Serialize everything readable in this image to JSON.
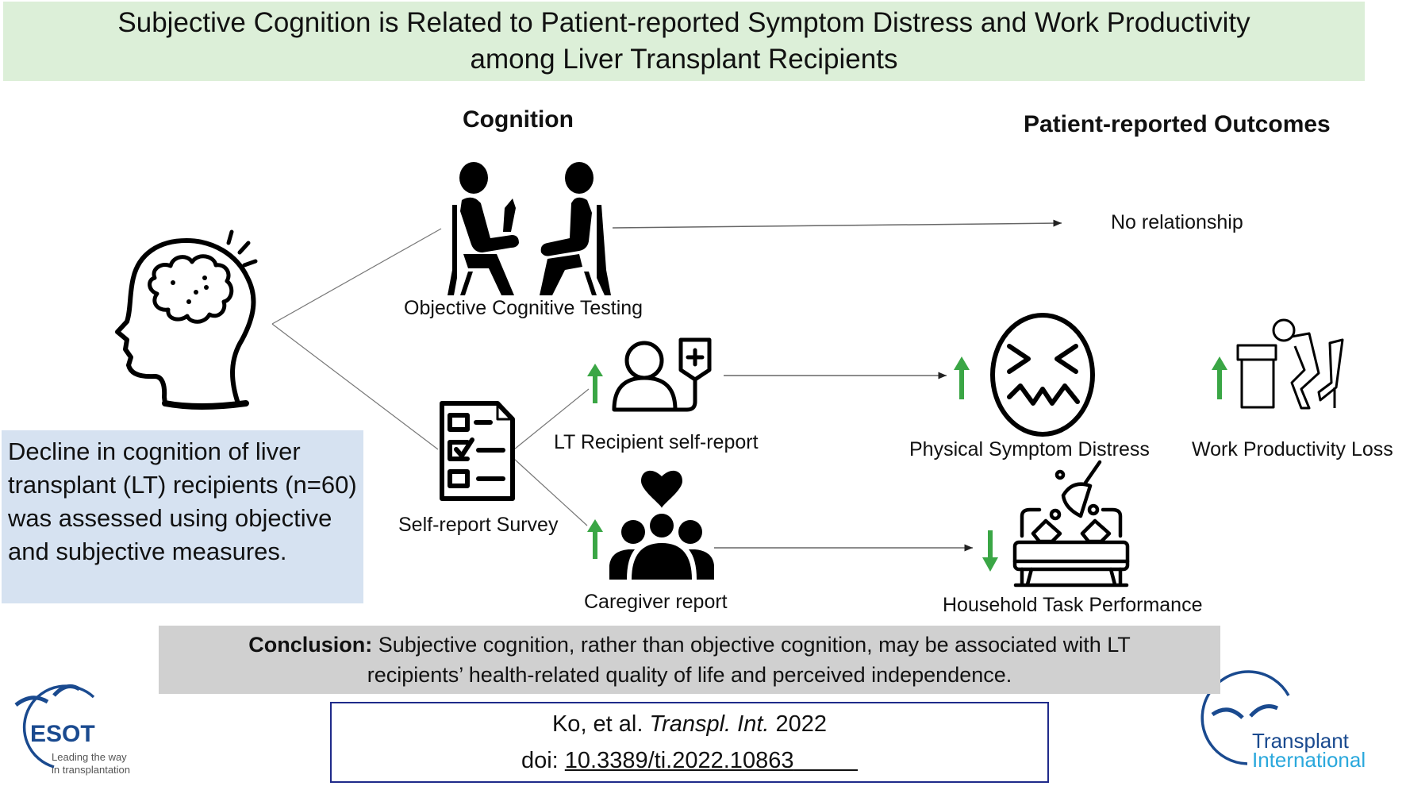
{
  "title": {
    "line1": "Subjective Cognition is Related to Patient-reported Symptom Distress and Work Productivity",
    "line2": "among Liver Transplant Recipients"
  },
  "headings": {
    "cognition": "Cognition",
    "outcomes": "Patient-reported Outcomes"
  },
  "intro": {
    "text": "Decline in cognition of liver transplant (LT) recipients (n=60) was assessed using objective and subjective measures."
  },
  "cognition_measures": {
    "objective": {
      "label": "Objective Cognitive Testing",
      "icon": "interview-icon"
    },
    "survey": {
      "label": "Self-report Survey",
      "icon": "checklist-icon"
    },
    "recipient": {
      "label": "LT Recipient self-report",
      "icon": "patient-iv-icon",
      "direction": "up"
    },
    "caregiver": {
      "label": "Caregiver report",
      "icon": "caregiver-group-icon",
      "direction": "up"
    }
  },
  "outcomes": {
    "no_relationship": "No relationship",
    "physical": {
      "label": "Physical Symptom Distress",
      "icon": "distressed-face-icon",
      "direction": "up"
    },
    "work": {
      "label": "Work Productivity Loss",
      "icon": "tired-worker-icon",
      "direction": "up"
    },
    "household": {
      "label": "Household Task Performance",
      "icon": "cleaning-sofa-icon",
      "direction": "down"
    }
  },
  "conclusion": {
    "label": "Conclusion:",
    "text_line1": " Subjective cognition, rather than objective cognition, may be associated with LT",
    "text_line2": "recipients’ health-related quality of life and perceived independence."
  },
  "citation": {
    "authors": "Ko, et al. ",
    "journal": "Transpl. Int.",
    "year": " 2022",
    "doi_prefix": "doi: ",
    "doi": "10.3389/ti.2022.10863"
  },
  "logos": {
    "esot": {
      "name": "ESOT",
      "tagline1": "Leading the way",
      "tagline2": "in transplantation"
    },
    "journal": {
      "line1": "Transplant",
      "line2": "International"
    }
  },
  "colors": {
    "title_bg": "#dcefd8",
    "intro_bg": "#d6e2f1",
    "conclusion_bg": "#d0d0d0",
    "arrow_green": "#3aa645",
    "logo_navy": "#1a4a8f",
    "logo_cyan": "#2aa8dc",
    "citation_border": "#1f2a8a"
  }
}
